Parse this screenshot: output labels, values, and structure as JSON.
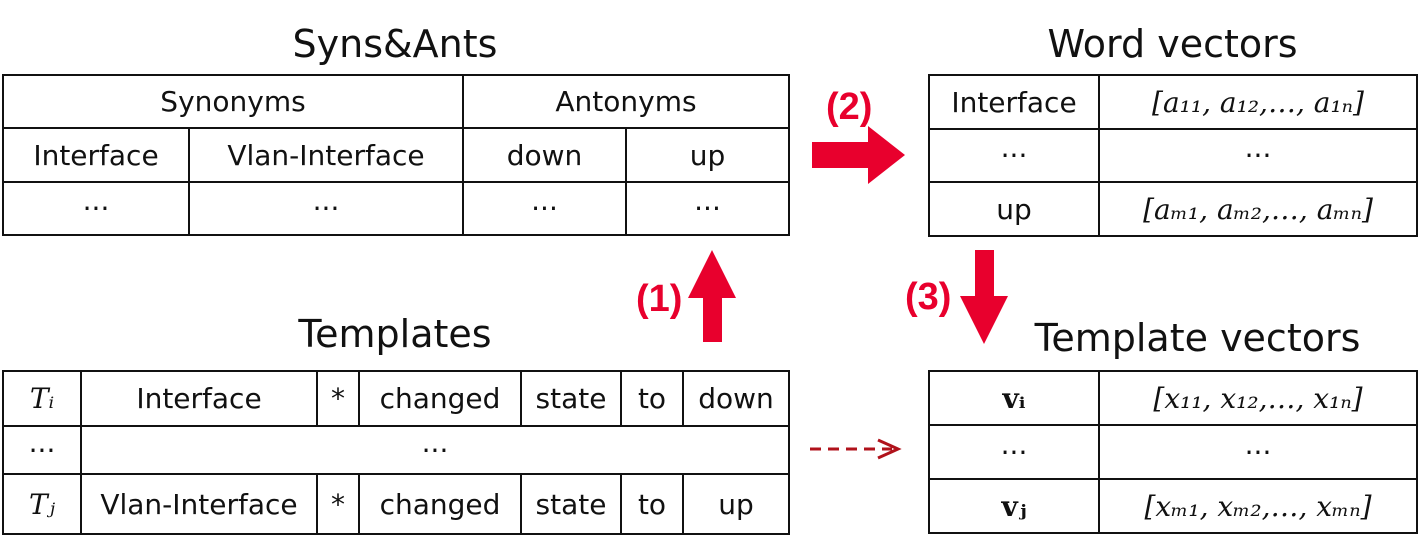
{
  "syns_ants": {
    "title": "Syns&Ants",
    "headers": [
      "Synonyms",
      "Antonyms"
    ],
    "rows": [
      [
        "Interface",
        "Vlan-Interface",
        "down",
        "up"
      ],
      [
        "···",
        "···",
        "···",
        "···"
      ]
    ]
  },
  "word_vectors": {
    "title": "Word vectors",
    "rows": [
      [
        "Interface",
        "[a₁₁, a₁₂,…, a₁ₙ]"
      ],
      [
        "···",
        "···"
      ],
      [
        "up",
        "[aₘ₁, aₘ₂,…, aₘₙ]"
      ]
    ]
  },
  "templates": {
    "title": "Templates",
    "row_i": [
      "Tᵢ",
      "Interface",
      "*",
      "changed",
      "state",
      "to",
      "down"
    ],
    "row_dots": [
      "···",
      "···"
    ],
    "row_j": [
      "Tⱼ",
      "Vlan-Interface",
      "*",
      "changed",
      "state",
      "to",
      "up"
    ]
  },
  "template_vectors": {
    "title": "Template vectors",
    "rows": [
      [
        "vᵢ",
        "[x₁₁, x₁₂,…, x₁ₙ]"
      ],
      [
        "···",
        "···"
      ],
      [
        "vⱼ",
        "[xₘ₁, xₘ₂,…, xₘₙ]"
      ]
    ]
  },
  "steps": {
    "step1": "(1)",
    "step2": "(2)",
    "step3": "(3)"
  },
  "colors": {
    "arrow_red": "#e8002d",
    "dashed_arrow": "#b0121b",
    "border": "#111111"
  }
}
